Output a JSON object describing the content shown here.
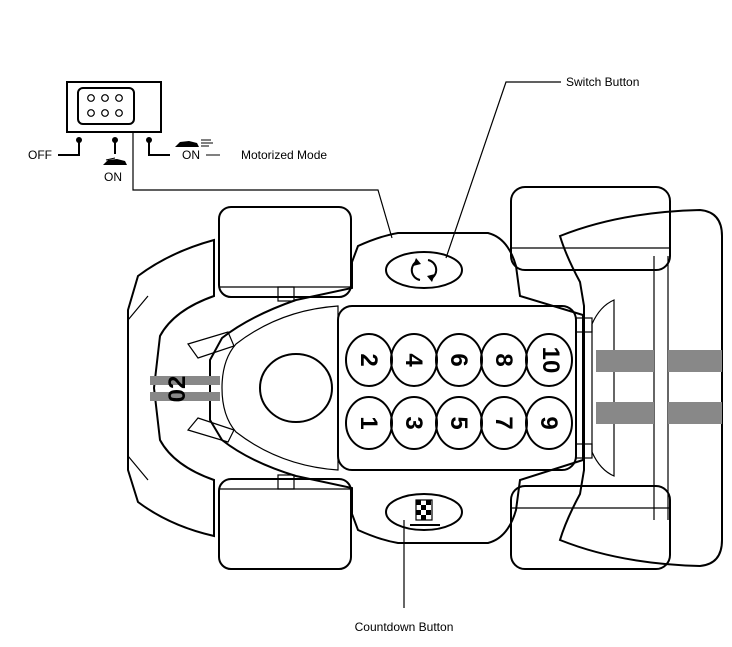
{
  "labels": {
    "switch_button": "Switch Button",
    "countdown_button": "Countdown Button",
    "motorized_mode": "Motorized Mode",
    "off": "OFF",
    "on_right": "ON",
    "on_middle": "ON"
  },
  "car_number": "02",
  "buttons": {
    "top_row": [
      "2",
      "4",
      "6",
      "8",
      "10"
    ],
    "bottom_row": [
      "1",
      "3",
      "5",
      "7",
      "9"
    ]
  },
  "icons": {
    "switch": "rotate-arrows-icon",
    "countdown": "checkered-flag-icon",
    "mode": "race-car-icon"
  }
}
